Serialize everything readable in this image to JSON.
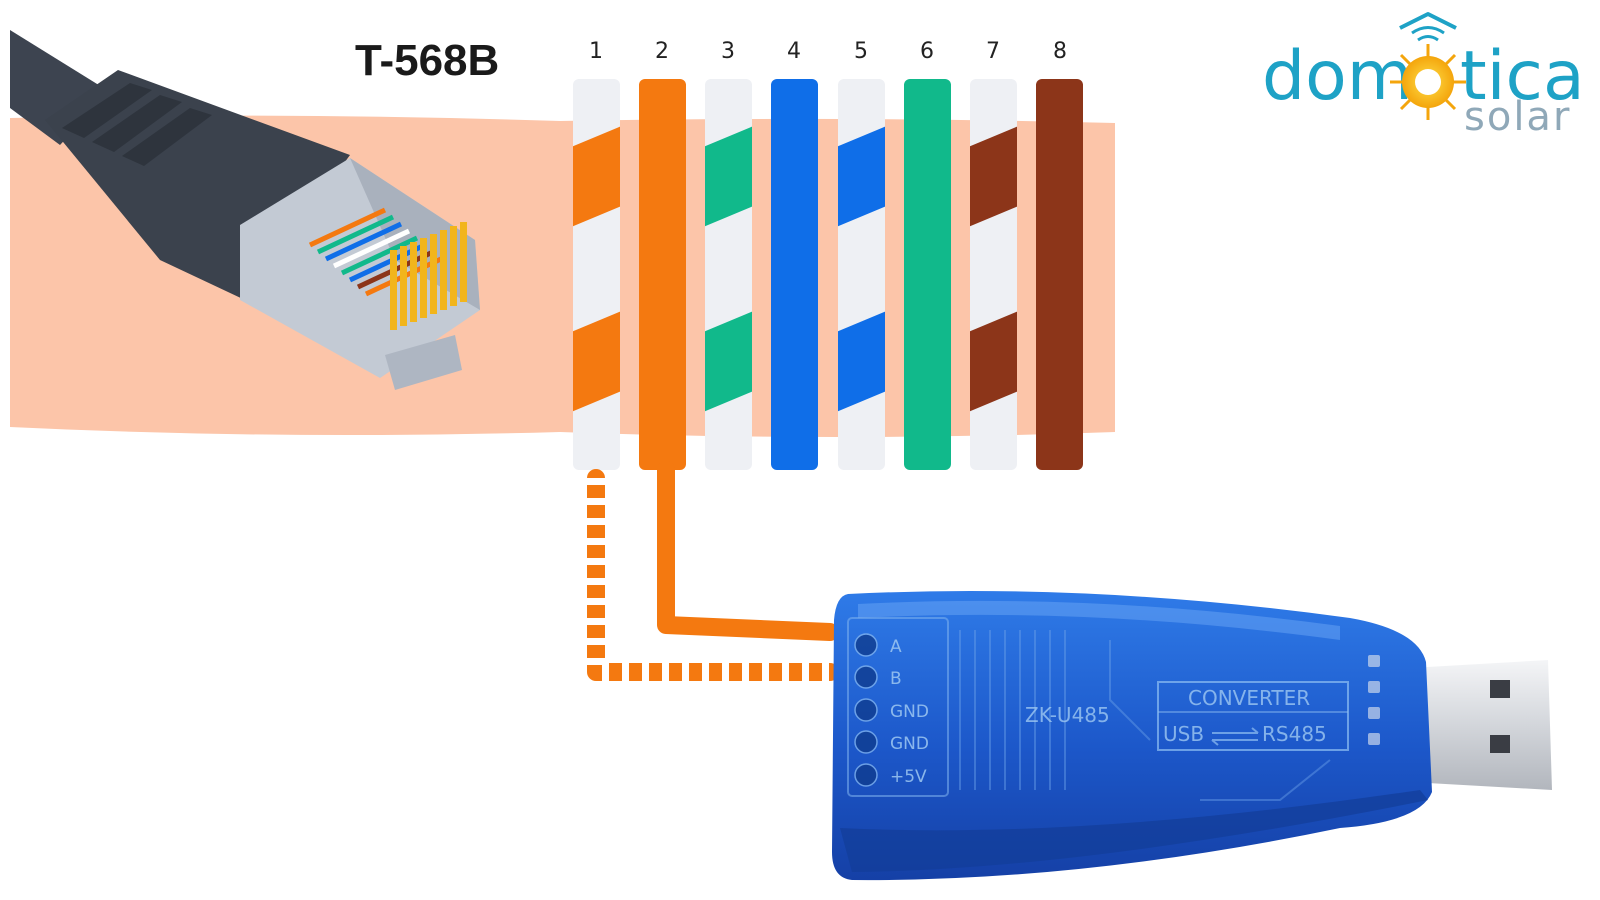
{
  "standard_label": "T-568B",
  "wire_numbers": [
    "1",
    "2",
    "3",
    "4",
    "5",
    "6",
    "7",
    "8"
  ],
  "wires": [
    {
      "number": "1",
      "color": "#f47910",
      "striped": true
    },
    {
      "number": "2",
      "color": "#f47910",
      "striped": false
    },
    {
      "number": "3",
      "color": "#11b98b",
      "striped": true
    },
    {
      "number": "4",
      "color": "#0f6ee8",
      "striped": false
    },
    {
      "number": "5",
      "color": "#0f6ee8",
      "striped": true
    },
    {
      "number": "6",
      "color": "#11b98b",
      "striped": false
    },
    {
      "number": "7",
      "color": "#8c3519",
      "striped": true
    },
    {
      "number": "8",
      "color": "#8c3519",
      "striped": false
    }
  ],
  "colors": {
    "sheath_band": "#fcc5a9",
    "stripe_white": "#eef0f4",
    "connector_body": "#3d4450",
    "plug_shell": "#c3cad4",
    "converter_blue": "#1c57c9",
    "pin_gold": "#f2b51c"
  },
  "converter": {
    "pins": [
      "A",
      "B",
      "GND",
      "GND",
      "+5V"
    ],
    "model": "ZK-U485",
    "box_title": "CONVERTER",
    "box_usb": "USB",
    "box_rs485": "RS485"
  },
  "logo": {
    "text_left": "dom",
    "text_right": "tica",
    "subtext": "solar"
  },
  "icons": {
    "cable": "rj45-connector-icon",
    "adapter": "usb-rs485-adapter-icon",
    "logo_mark": "sun-house-wifi-icon"
  }
}
